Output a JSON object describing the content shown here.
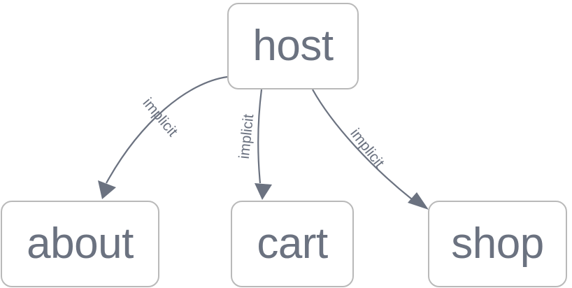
{
  "diagram": {
    "type": "directed-graph",
    "background_color": "#ffffff",
    "node_border_color": "#b9b9b9",
    "node_fill_color": "#ffffff",
    "text_color": "#6b7280",
    "edge_color": "#6b7280",
    "nodes": [
      {
        "id": "host",
        "label": "host"
      },
      {
        "id": "about",
        "label": "about"
      },
      {
        "id": "cart",
        "label": "cart"
      },
      {
        "id": "shop",
        "label": "shop"
      }
    ],
    "edges": [
      {
        "from": "host",
        "to": "about",
        "label": "implicit"
      },
      {
        "from": "host",
        "to": "cart",
        "label": "implicit"
      },
      {
        "from": "host",
        "to": "shop",
        "label": "implicit"
      }
    ]
  }
}
